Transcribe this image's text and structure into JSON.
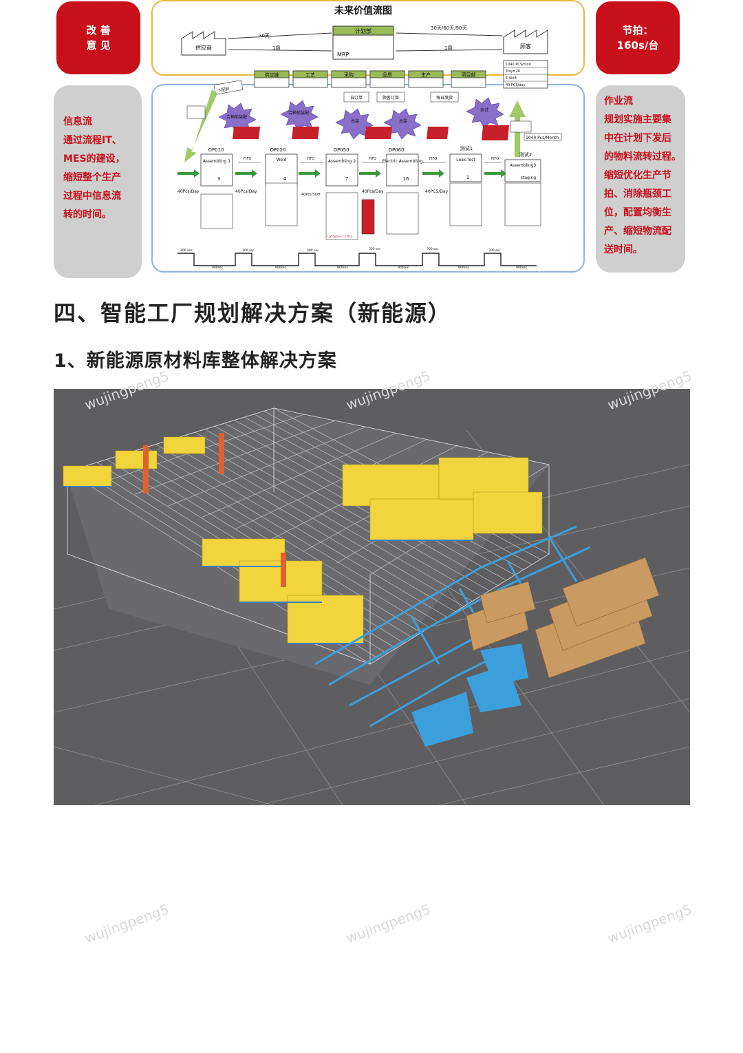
{
  "left_red": {
    "line1": "改 善",
    "line2": "意 见"
  },
  "right_red": {
    "line1": "节拍：",
    "line2": "160s/台"
  },
  "left_grey": {
    "lines": [
      "信息流",
      "通过流程IT、",
      "MES的建设，",
      "缩短整个生产",
      "过程中信息流",
      "转的时间。"
    ]
  },
  "right_grey": {
    "lines": [
      "作业流",
      "规划实施主要集",
      "中在计划下发后",
      "的物料流转过程。",
      "缩短优化生产节",
      "拍、消除瓶颈工",
      "位，配置均衡生",
      "产、缩短物流配",
      "送时间。"
    ]
  },
  "vsm": {
    "title": "未来价值流图",
    "supplier": "供应商",
    "customer": "顾客",
    "plan_dept": "计划部",
    "mrp": "MRP",
    "supplier_lead": "30天",
    "supplier_week": "1周",
    "customer_lead": "30天/60天/90天",
    "customer_week": "1周",
    "customer_info": [
      "1040 PCS/mon",
      "Tray=26",
      "1 Shift",
      "40 PCS/day"
    ],
    "depts": [
      "供应链",
      "工艺",
      "采购",
      "品质",
      "生产",
      "项目部"
    ],
    "orders": [
      "日订单",
      "顾客订单",
      "每日发货"
    ],
    "kaizen": [
      "合箱前装配",
      "合箱前装配",
      "总装",
      "总装",
      "测试"
    ],
    "tk": "T-配料",
    "ops": [
      {
        "code": "OP010",
        "name": "Assembling 1",
        "qty": "3"
      },
      {
        "code": "OP020",
        "name": "Weld",
        "qty": "4"
      },
      {
        "code": "OP050",
        "name": "Assembling 2",
        "qty": "7"
      },
      {
        "code": "OP060",
        "name": "Electric Assembling",
        "qty": "16"
      },
      {
        "code": "测试1",
        "name": "Leak-Test",
        "qty": "1"
      },
      {
        "code": "测试2",
        "name": "Assembling3",
        "qty": "staging"
      }
    ],
    "fifo": "FIFO",
    "rates": [
      "40Pcs/Day",
      "40Pcs/Day",
      "40Pcs/Shift",
      "40Pcs/Day",
      "40PCS/Day"
    ],
    "ship_qty": "1040 Pcs/Month",
    "lot": "Lot Size=12 Pcs",
    "time_top": [
      "300 sec",
      "300 sec",
      "300 sec",
      "300 sec",
      "300 sec",
      "300 sec"
    ],
    "time_bottom": [
      "900sec",
      "900sec",
      "900sec",
      "900sec",
      "900sec",
      "900sec"
    ]
  },
  "section_title": "四、智能工厂规划解决方案（新能源）",
  "subsection_title": "1、新能源原材料库整体解决方案",
  "watermark": "wujingpeng5",
  "colors": {
    "red": "#c8101b",
    "grey_bg": "#cfcfcf",
    "warehouse_bg": "#5e5e61",
    "rack_yellow": "#f2d53c",
    "conveyor_blue": "#3b9fdc"
  }
}
